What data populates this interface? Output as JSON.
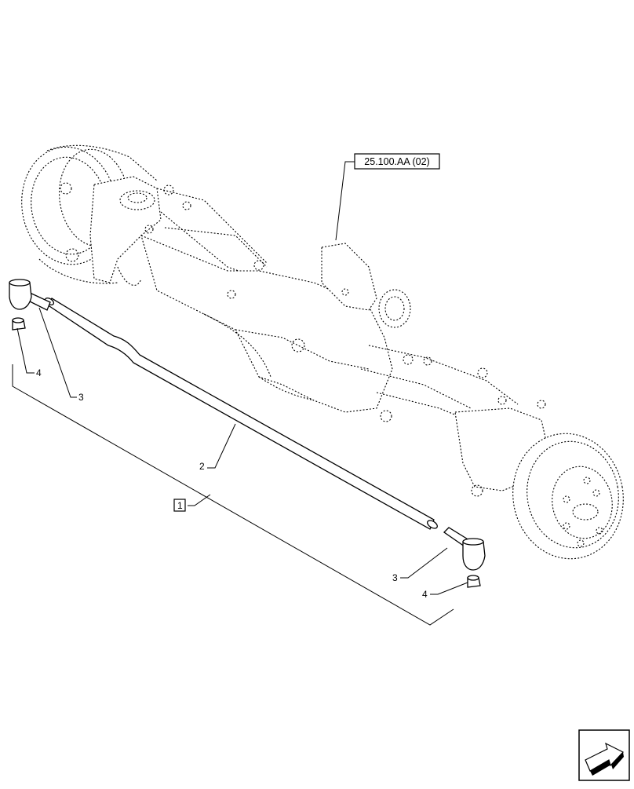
{
  "reference_box": "25.100.AA (02)",
  "callouts": {
    "assembly": "1",
    "rod": "2",
    "end_left": "3",
    "end_right": "3",
    "nut_left": "4",
    "nut_right": "4"
  },
  "nav_icon": "next-page-arrow-icon"
}
